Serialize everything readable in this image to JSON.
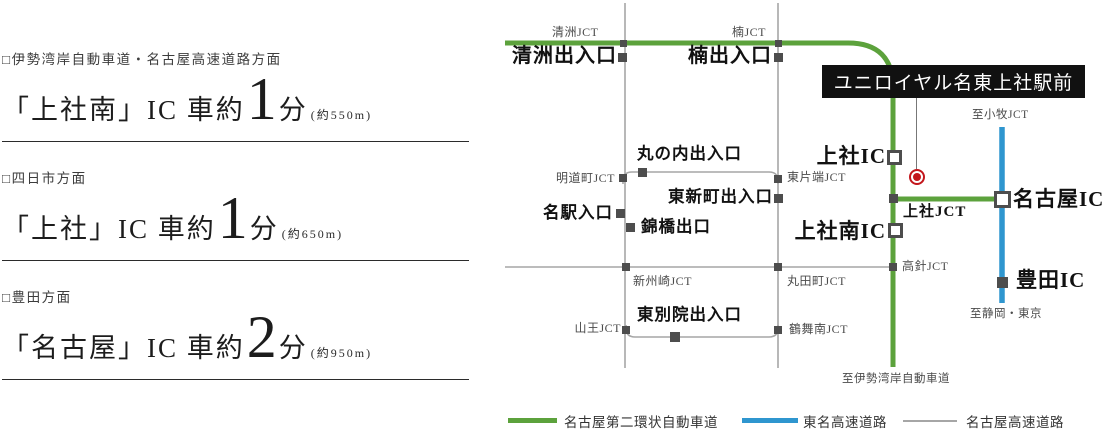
{
  "colors": {
    "green": "#5ca23c",
    "blue": "#2f96cf",
    "gray": "#a6a6a6",
    "node": "#4d4d4d",
    "red": "#c3161c",
    "box": "#111111"
  },
  "access": {
    "items": [
      {
        "heading": "□伊勢湾岸自動車道・名古屋高速道路方面",
        "route": "「上社南」IC 車約",
        "minutes": "1",
        "unit": "分",
        "distance": "(約550m)"
      },
      {
        "heading": "□四日市方面",
        "route": "「上社」IC 車約",
        "minutes": "1",
        "unit": "分",
        "distance": "(約650m)"
      },
      {
        "heading": "□豊田方面",
        "route": "「名古屋」IC 車約",
        "minutes": "2",
        "unit": "分",
        "distance": "(約950m)"
      }
    ]
  },
  "map": {
    "property_label": "ユニロイヤル名東上社駅前",
    "labels": [
      {
        "text": "清洲JCT"
      },
      {
        "text": "楠JCT"
      },
      {
        "text": "清洲出入口"
      },
      {
        "text": "楠出入口"
      },
      {
        "text": "丸の内出入口"
      },
      {
        "text": "明道町JCT"
      },
      {
        "text": "東片端JCT"
      },
      {
        "text": "東新町出入口"
      },
      {
        "text": "名駅入口"
      },
      {
        "text": "錦橋出口"
      },
      {
        "text": "新州崎JCT"
      },
      {
        "text": "丸田町JCT"
      },
      {
        "text": "東別院出入口"
      },
      {
        "text": "山王JCT"
      },
      {
        "text": "鶴舞南JCT"
      },
      {
        "text": "上社IC"
      },
      {
        "text": "上社JCT"
      },
      {
        "text": "上社南IC"
      },
      {
        "text": "名古屋IC"
      },
      {
        "text": "高針JCT"
      },
      {
        "text": "豊田IC"
      },
      {
        "text": "至小牧JCT"
      },
      {
        "text": "至静岡・東京"
      },
      {
        "text": "至伊勢湾岸自動車道"
      }
    ]
  },
  "legend": {
    "items": [
      {
        "label": "名古屋第二環状自動車道",
        "color": "#5ca23c"
      },
      {
        "label": "東名高速道路",
        "color": "#2f96cf"
      },
      {
        "label": "名古屋高速道路",
        "color": "#a6a6a6"
      }
    ]
  }
}
